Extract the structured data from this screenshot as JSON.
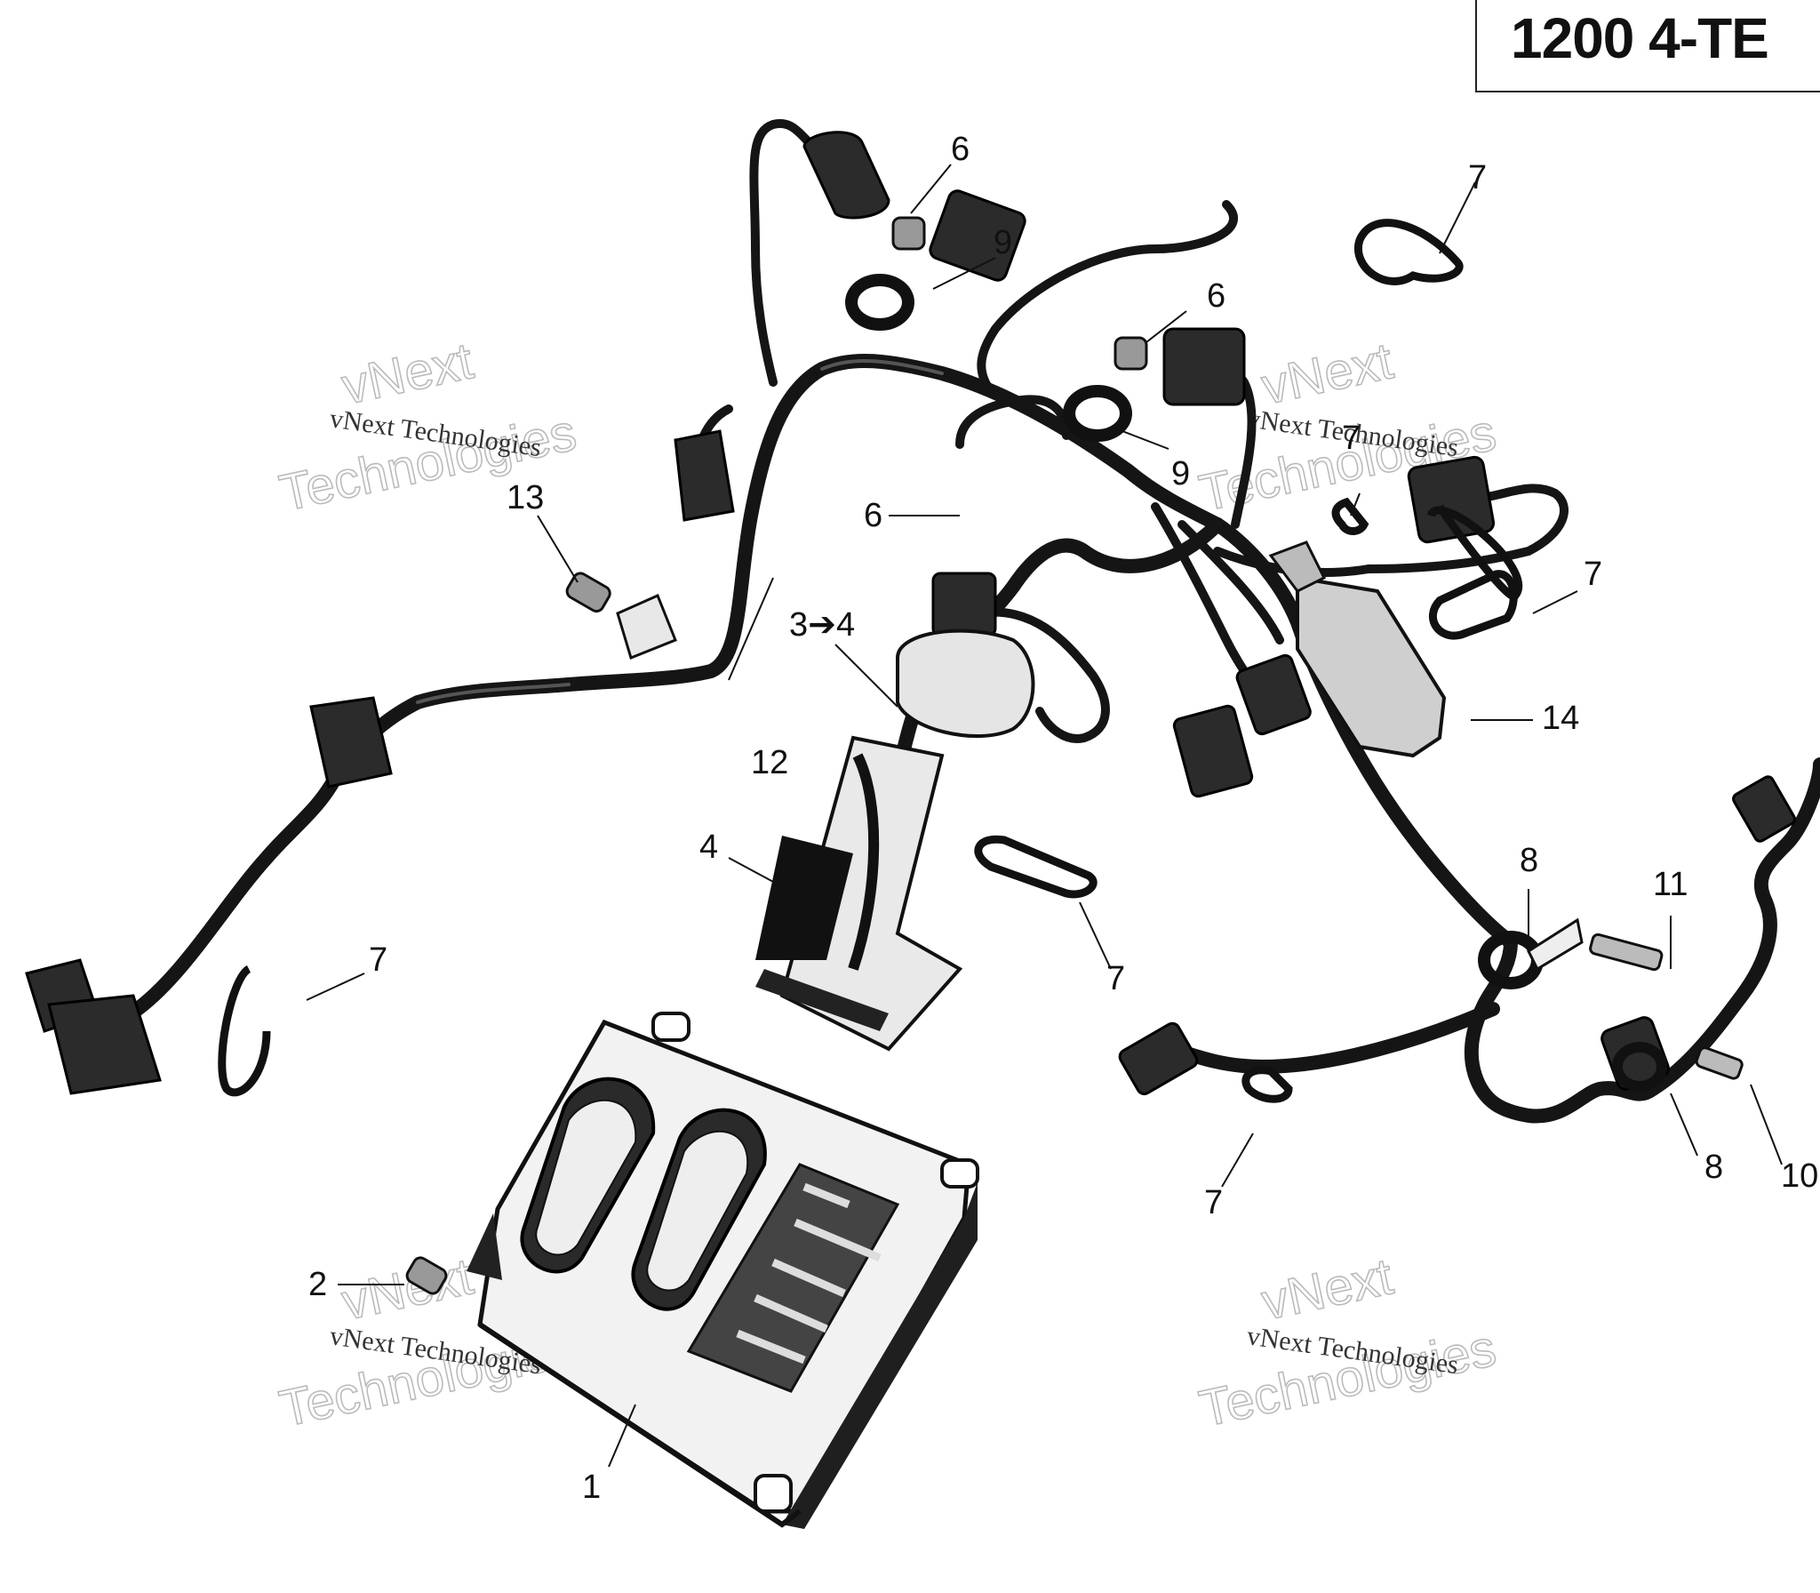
{
  "model": {
    "label": "1200 4-TE"
  },
  "watermark": {
    "line1": "vNext Technologies",
    "line2a": "vNext",
    "line2b": "Technologies"
  },
  "callouts": [
    {
      "id": "c1",
      "text": "1"
    },
    {
      "id": "c2",
      "text": "2"
    },
    {
      "id": "c3",
      "text": "3➔4"
    },
    {
      "id": "c4a",
      "text": "4"
    },
    {
      "id": "c6a",
      "text": "6"
    },
    {
      "id": "c6b",
      "text": "6"
    },
    {
      "id": "c6c",
      "text": "6"
    },
    {
      "id": "c7a",
      "text": "7"
    },
    {
      "id": "c7b",
      "text": "7"
    },
    {
      "id": "c7c",
      "text": "7"
    },
    {
      "id": "c7d",
      "text": "7"
    },
    {
      "id": "c7e",
      "text": "7"
    },
    {
      "id": "c7f",
      "text": "7"
    },
    {
      "id": "c8a",
      "text": "8"
    },
    {
      "id": "c8b",
      "text": "8"
    },
    {
      "id": "c9a",
      "text": "9"
    },
    {
      "id": "c9b",
      "text": "9"
    },
    {
      "id": "c10",
      "text": "10"
    },
    {
      "id": "c11",
      "text": "11"
    },
    {
      "id": "c12",
      "text": "12"
    },
    {
      "id": "c13",
      "text": "13"
    },
    {
      "id": "c14",
      "text": "14"
    }
  ]
}
